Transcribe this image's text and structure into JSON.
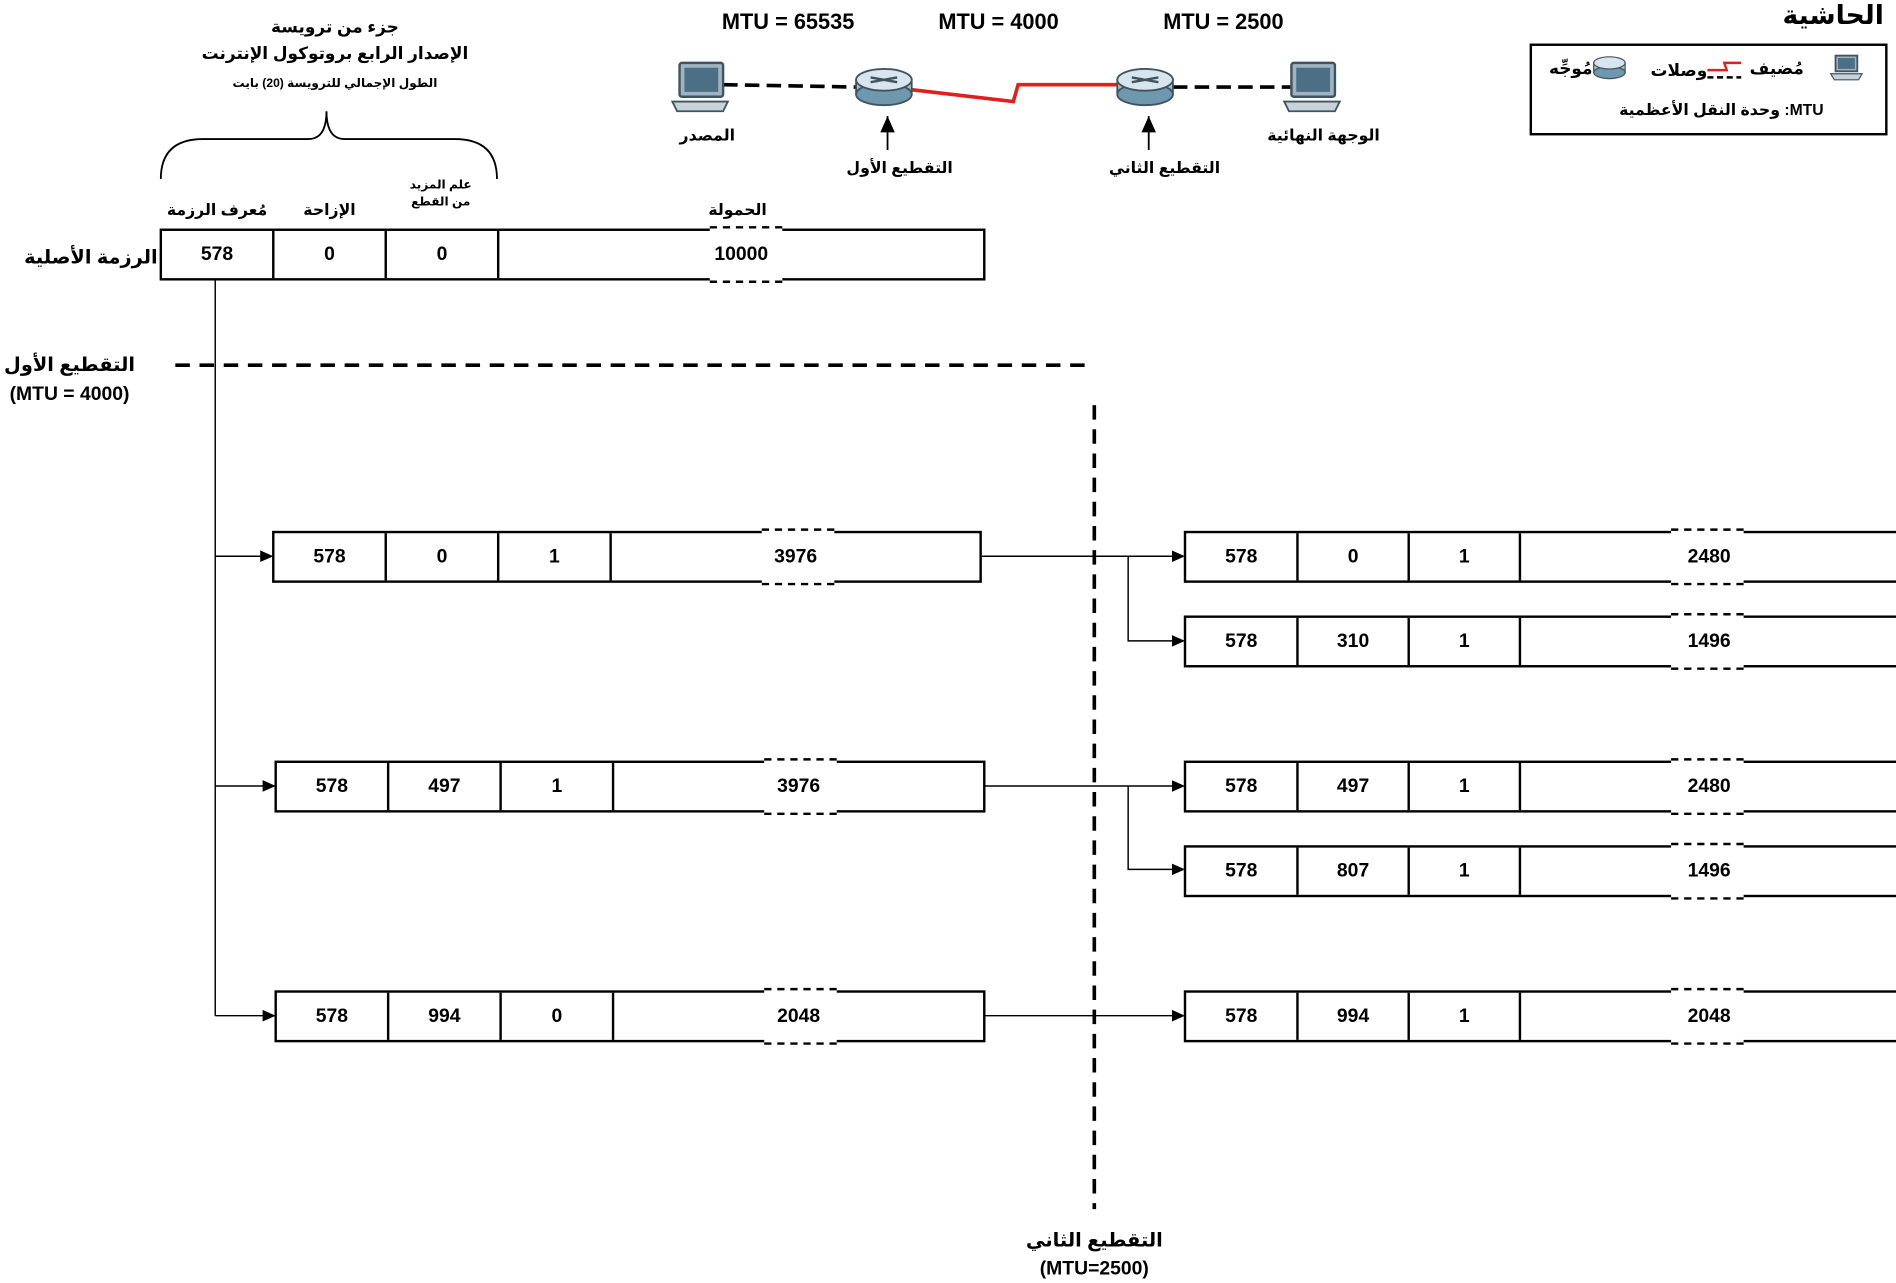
{
  "legend": {
    "title": "الحاشية",
    "host_label": "مُضيف",
    "links_label": "وصلات",
    "router_label": "مُوجِّه",
    "mtu_note": "MTU: وحدة النقل الأعظمية"
  },
  "topology": {
    "mtu_labels": [
      "MTU = 65535",
      "MTU = 4000",
      "MTU = 2500"
    ],
    "source_label": "المصدر",
    "destination_label": "الوجهة النهائية",
    "frag1_label": "التقطيع الأول",
    "frag2_label": "التقطيع الثاني",
    "colors": {
      "serial_link": "#e0201c",
      "ethernet_link": "#000000"
    }
  },
  "header_brace": {
    "line1": "جزء من ترويسة",
    "line2": "الإصدار الرابع بروتوكول الإنترنت",
    "line3": "الطول الإجمالي للترويسة (20) بايت"
  },
  "columns": {
    "packet_id": "مُعرف الرزمة",
    "offset": "الإزاحة",
    "more_fragments_line1": "علم المزيد",
    "more_fragments_line2": "من القطع",
    "payload": "الحمولة"
  },
  "original": {
    "label": "الرزمة الأصلية",
    "fields": [
      "578",
      "0",
      "0",
      "10000"
    ]
  },
  "stage1": {
    "label": "التقطيع الأول",
    "mtu": "(MTU = 4000)",
    "packets": [
      [
        "578",
        "0",
        "1",
        "3976"
      ],
      [
        "578",
        "497",
        "1",
        "3976"
      ],
      [
        "578",
        "994",
        "0",
        "2048"
      ]
    ]
  },
  "stage2": {
    "label": "التقطيع الثاني",
    "mtu": "(MTU=2500)",
    "packets": [
      [
        "578",
        "0",
        "1",
        "2480"
      ],
      [
        "578",
        "310",
        "1",
        "1496"
      ],
      [
        "578",
        "497",
        "1",
        "2480"
      ],
      [
        "578",
        "807",
        "1",
        "1496"
      ],
      [
        "578",
        "994",
        "1",
        "2048"
      ]
    ]
  }
}
